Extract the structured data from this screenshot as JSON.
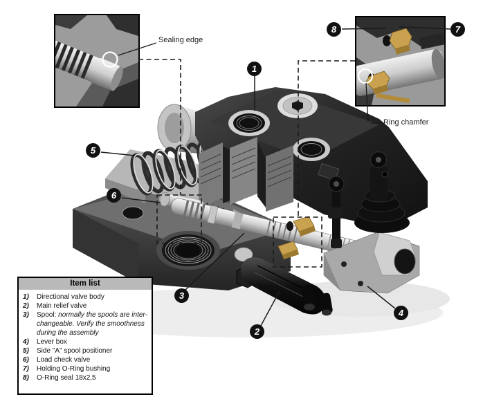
{
  "figure": {
    "insets": {
      "sealing": {
        "label": "Sealing edge"
      },
      "ring": {
        "label": "Ring chamfer"
      }
    },
    "callouts": [
      {
        "num": "1"
      },
      {
        "num": "2"
      },
      {
        "num": "3"
      },
      {
        "num": "4"
      },
      {
        "num": "5"
      },
      {
        "num": "6"
      },
      {
        "num": "7"
      },
      {
        "num": "8"
      }
    ]
  },
  "item_list": {
    "title": "Item list",
    "items": [
      {
        "num": "1)",
        "text": "Directional valve body",
        "note": ""
      },
      {
        "num": "2)",
        "text": "Main relief valve",
        "note": ""
      },
      {
        "num": "3)",
        "text": "Spool:",
        "note": "normally the spools are inter-changeable. Verify the smoothness during the assembly"
      },
      {
        "num": "4)",
        "text": "Lever box",
        "note": ""
      },
      {
        "num": "5)",
        "text": "Side \"A\" spool positioner",
        "note": ""
      },
      {
        "num": "6)",
        "text": "Load check valve",
        "note": ""
      },
      {
        "num": "7)",
        "text": "Holding O-Ring bushing",
        "note": ""
      },
      {
        "num": "8)",
        "text": "O-Ring seal 18x2,5",
        "note": ""
      }
    ]
  },
  "colors": {
    "accent_tan": "#c9a24f",
    "callout_bg": "#111111",
    "list_header_bg": "#b9b9b9"
  }
}
